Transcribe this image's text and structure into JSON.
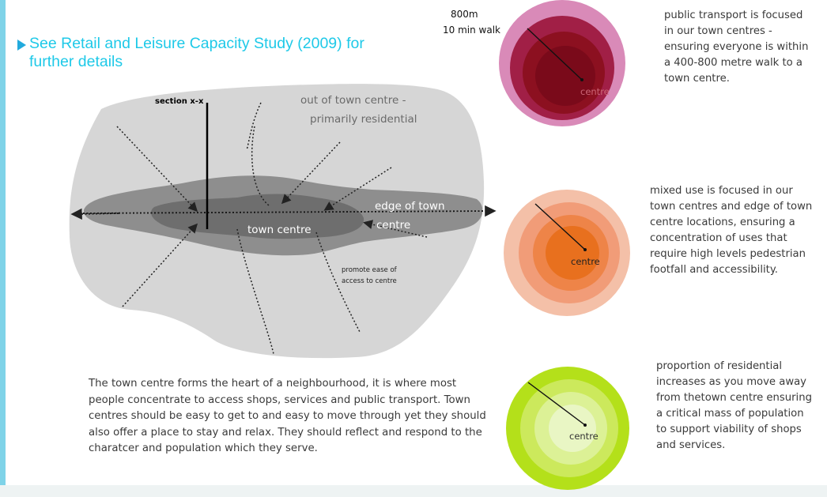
{
  "link": {
    "text": "See Retail and Leisure Capacity Study (2009) for further details"
  },
  "map": {
    "section_label": "section x-x",
    "out_of_town_line1": "out of town centre -",
    "out_of_town_line2": "primarily residential",
    "town_centre_label": "town centre",
    "edge_line1": "edge of town",
    "edge_line2": "centre",
    "promote_line1": "promote ease of",
    "promote_line2": "access to centre"
  },
  "circles": {
    "walk_distance": "800m",
    "walk_time": "10 min walk",
    "centre_label": "centre",
    "colors": {
      "transport": [
        "#d98ab8",
        "#a11f46",
        "#8c1020",
        "#7a0a1a"
      ],
      "mixed": [
        "#f4c0a8",
        "#f19c78",
        "#ee8448",
        "#e8701e"
      ],
      "residential": [
        "#b4e01a",
        "#cce95c",
        "#dcf196",
        "#e9f6c4"
      ]
    }
  },
  "captions": {
    "transport": "public transport is focused in our town centres - ensuring everyone is within a 400-800 metre walk to a town centre.",
    "mixed": "mixed use is focused in our town centres and edge of town centre locations, ensuring a concentration of uses that require high levels pedestrian footfall and accessibility.",
    "residential": "proportion of residential increases as you move away from thetown centre ensuring a critical mass of population to support viability of shops and services."
  },
  "description": "The town centre forms the heart of a neighbourhood, it is where most people concentrate to access shops, services and public transport. Town centres should be easy to get to and easy to move through yet they should also offer a place to stay and relax. They should reflect and respond to the charatcer and population which they serve."
}
